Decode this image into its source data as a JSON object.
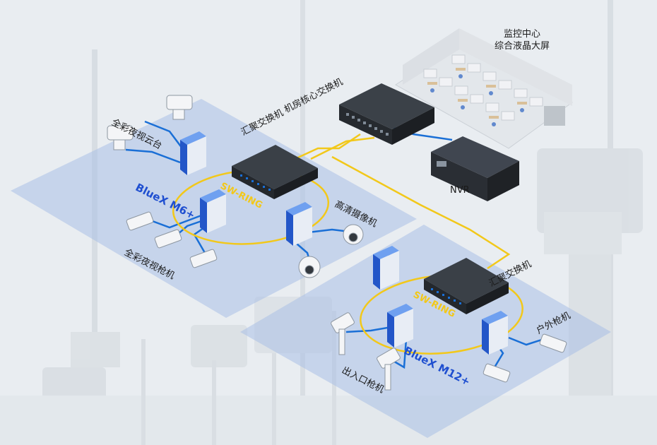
{
  "labels": {
    "monitor_center_line1": "监控中心",
    "monitor_center_line2": "综合液晶大屏",
    "core_switch": "机房核心交换机",
    "nvr": "NVR",
    "agg_switch_top": "汇聚交换机",
    "ptz_camera": "全彩夜视云台",
    "hd_camera": "高清摄像机",
    "bullet_camera": "全彩夜视枪机",
    "agg_switch_bottom": "汇聚交换机",
    "outdoor_camera": "户外枪机",
    "entrance_camera": "出入口枪机"
  },
  "products": {
    "m6": "BlueX M6+",
    "m12": "BlueX M12+"
  },
  "rings": {
    "left": "SW-RING",
    "right": "SW-RING"
  },
  "colors": {
    "fiber": "#f2c81a",
    "copper": "#1a6fd6",
    "product_text": "#1f4fd0",
    "zone_fill": "#aabfe6",
    "switch_body": "#2d3238"
  }
}
